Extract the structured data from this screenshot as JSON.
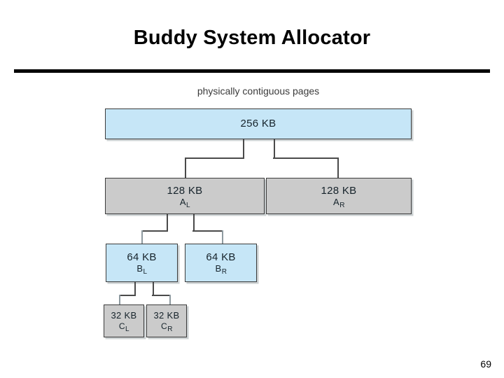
{
  "slide": {
    "title": "Buddy System Allocator",
    "page_number": "69"
  },
  "diagram": {
    "caption": "physically contiguous pages",
    "colors": {
      "blue_fill": "#c6e6f7",
      "gray_fill": "#cbcbcb",
      "border": "#3c3c3c",
      "connector": "#4a4a4a"
    },
    "nodes": [
      {
        "id": "root",
        "size": "256 KB",
        "label": "",
        "sub": "",
        "fill": "blue"
      },
      {
        "id": "al",
        "size": "128 KB",
        "label": "A",
        "sub": "L",
        "fill": "gray"
      },
      {
        "id": "ar",
        "size": "128 KB",
        "label": "A",
        "sub": "R",
        "fill": "gray"
      },
      {
        "id": "bl",
        "size": "64 KB",
        "label": "B",
        "sub": "L",
        "fill": "blue"
      },
      {
        "id": "br",
        "size": "64 KB",
        "label": "B",
        "sub": "R",
        "fill": "blue"
      },
      {
        "id": "cl",
        "size": "32 KB",
        "label": "C",
        "sub": "L",
        "fill": "gray"
      },
      {
        "id": "cr",
        "size": "32 KB",
        "label": "C",
        "sub": "R",
        "fill": "gray"
      }
    ]
  }
}
